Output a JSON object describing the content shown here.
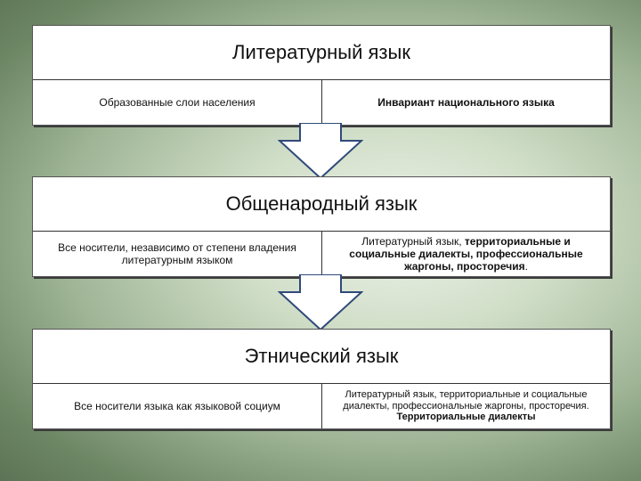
{
  "blocks": [
    {
      "title": "Литературный язык",
      "left": "Образованные слои населения",
      "right": "Инвариант национального языка"
    },
    {
      "title": "Общенародный язык",
      "left": "Все носители, независимо от степени владения литературным языком",
      "right_part1": "Литературный язык, ",
      "right_part2": "территориальные и социальные диалекты, профессиональные жаргоны, просторечия",
      "right_part3": "."
    },
    {
      "title": "Этнический язык",
      "left": "Все носители языка как языковой социум",
      "right_part1": "Литературный язык, территориальные и социальные диалекты, профессиональные жаргоны, просторечия.",
      "right_part2": "Территориальные диалекты"
    }
  ],
  "colors": {
    "arrow_fill": "#ffffff",
    "arrow_stroke": "#2f4a7a",
    "border": "#333333"
  }
}
